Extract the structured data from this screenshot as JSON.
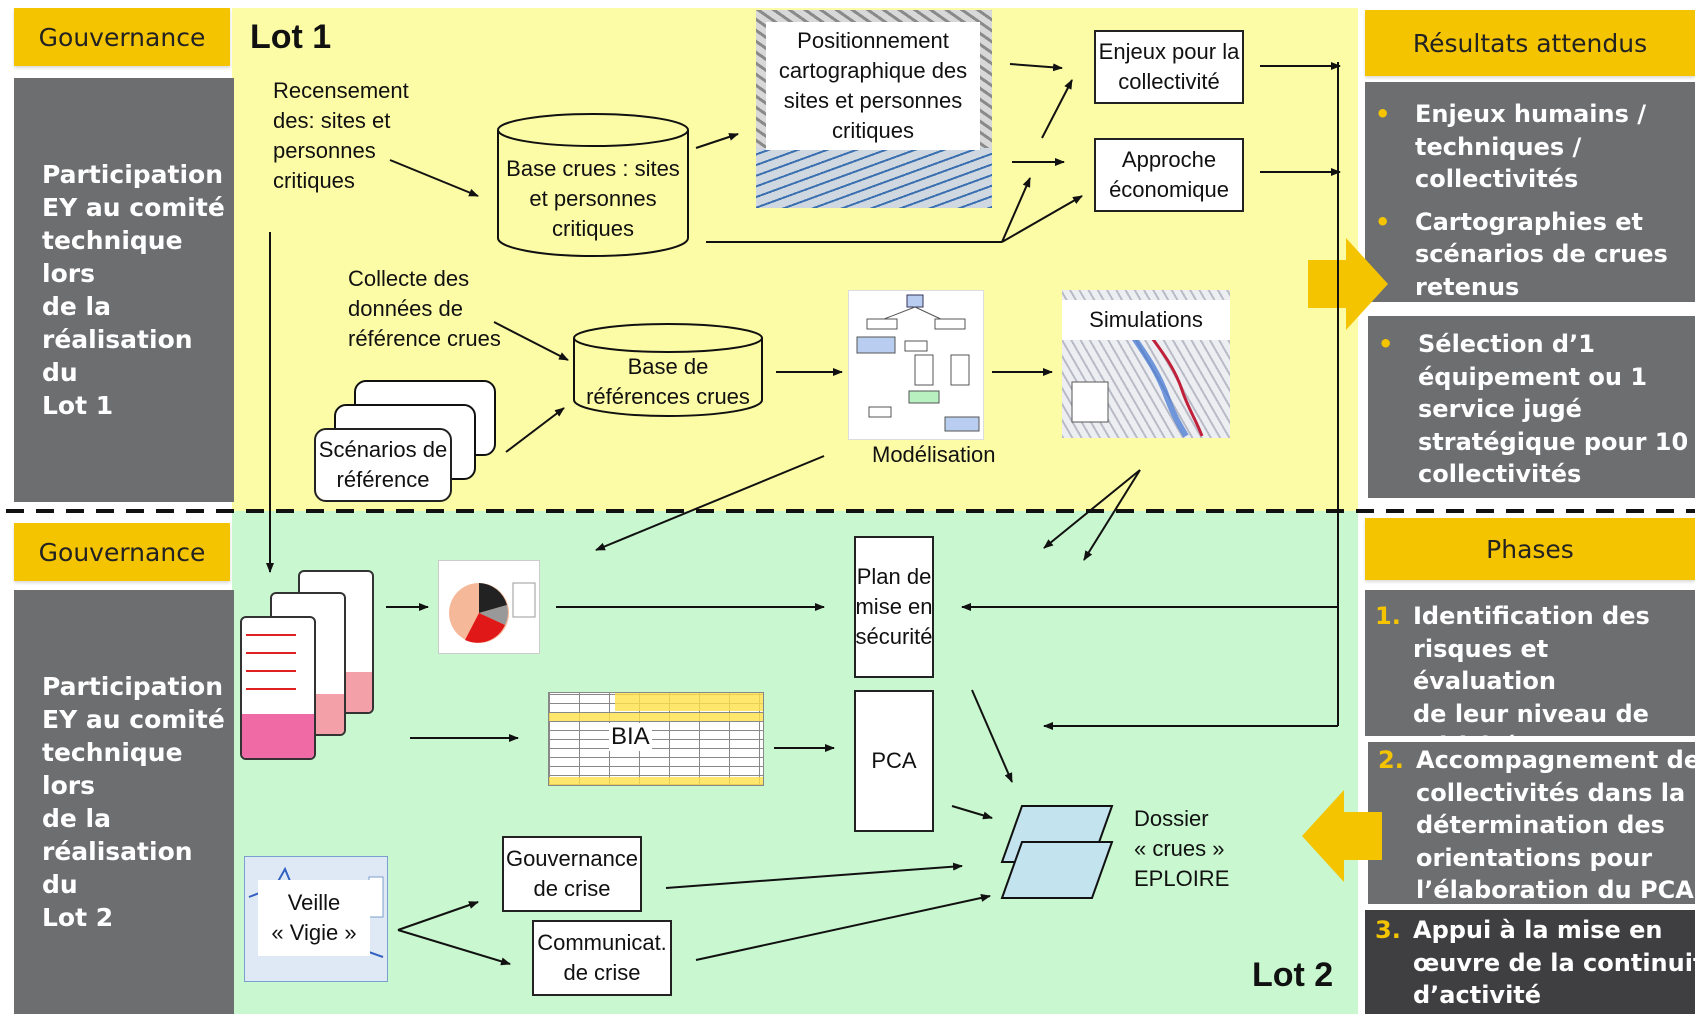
{
  "left": {
    "gov_top_label": "Gouvernance",
    "gov_bottom_label": "Gouvernance",
    "participation_lot1": [
      "Participation",
      "EY au comité",
      "technique lors",
      "de la",
      "réalisation du",
      "Lot 1"
    ],
    "participation_lot2": [
      "Participation",
      "EY au comité",
      "technique lors",
      "de la",
      "réalisation du",
      "Lot 2"
    ]
  },
  "lot1": {
    "label": "Lot 1",
    "recensement": [
      "Recensement",
      "des: sites et",
      "personnes",
      "critiques"
    ],
    "base_crues": [
      "Base crues : sites",
      "et personnes",
      "critiques"
    ],
    "positionnement": [
      "Positionnement",
      "cartographique des",
      "sites et personnes",
      "critiques"
    ],
    "enjeux": [
      "Enjeux pour la",
      "collectivité"
    ],
    "approche": [
      "Approche",
      "économique"
    ],
    "collecte": [
      "Collecte des",
      "données de",
      "référence crues"
    ],
    "base_references": [
      "Base de",
      "références crues"
    ],
    "scenarios": [
      "Scénarios de",
      "référence"
    ],
    "modelisation": "Modélisation",
    "simulations": "Simulations"
  },
  "lot2": {
    "label": "Lot 2",
    "plan_mise_securite": [
      "Plan de",
      "mise en",
      "sécurité"
    ],
    "pca": "PCA",
    "bia": "BIA",
    "gouvernance_crise": [
      "Gouvernance",
      "de crise"
    ],
    "communication_crise": [
      "Communicat.",
      "de crise"
    ],
    "veille": [
      "Veille",
      "« Vigie »"
    ],
    "dossier": [
      "Dossier",
      "« crues »",
      "EPLOIRE"
    ]
  },
  "right": {
    "resultats_header": "Résultats attendus",
    "resultats_items": [
      [
        "Enjeux humains /",
        "techniques /",
        "collectivités"
      ],
      [
        "Cartographies et",
        "scénarios de crues",
        "retenus"
      ]
    ],
    "selection_item": [
      "Sélection d’1",
      "équipement ou 1",
      "service jugé",
      "stratégique pour 10",
      "collectivités"
    ],
    "phases_header": "Phases",
    "phases": [
      {
        "num": "1.",
        "lines": [
          "Identification des",
          "risques et évaluation",
          "de leur niveau de",
          "criticité"
        ]
      },
      {
        "num": "2.",
        "lines": [
          "Accompagnement des",
          "collectivités dans la",
          "détermination des",
          "orientations pour",
          "l’élaboration du PCA"
        ]
      },
      {
        "num": "3.",
        "lines": [
          "Appui à la mise en",
          "œuvre de la continuité",
          "d’activité"
        ]
      }
    ],
    "bullet_char": "•"
  },
  "colors": {
    "lot1_bg": "#fdfca6",
    "lot2_bg": "#c9f7cf",
    "header_gold": "#f5c400",
    "panel_grey": "#6d6e70"
  }
}
